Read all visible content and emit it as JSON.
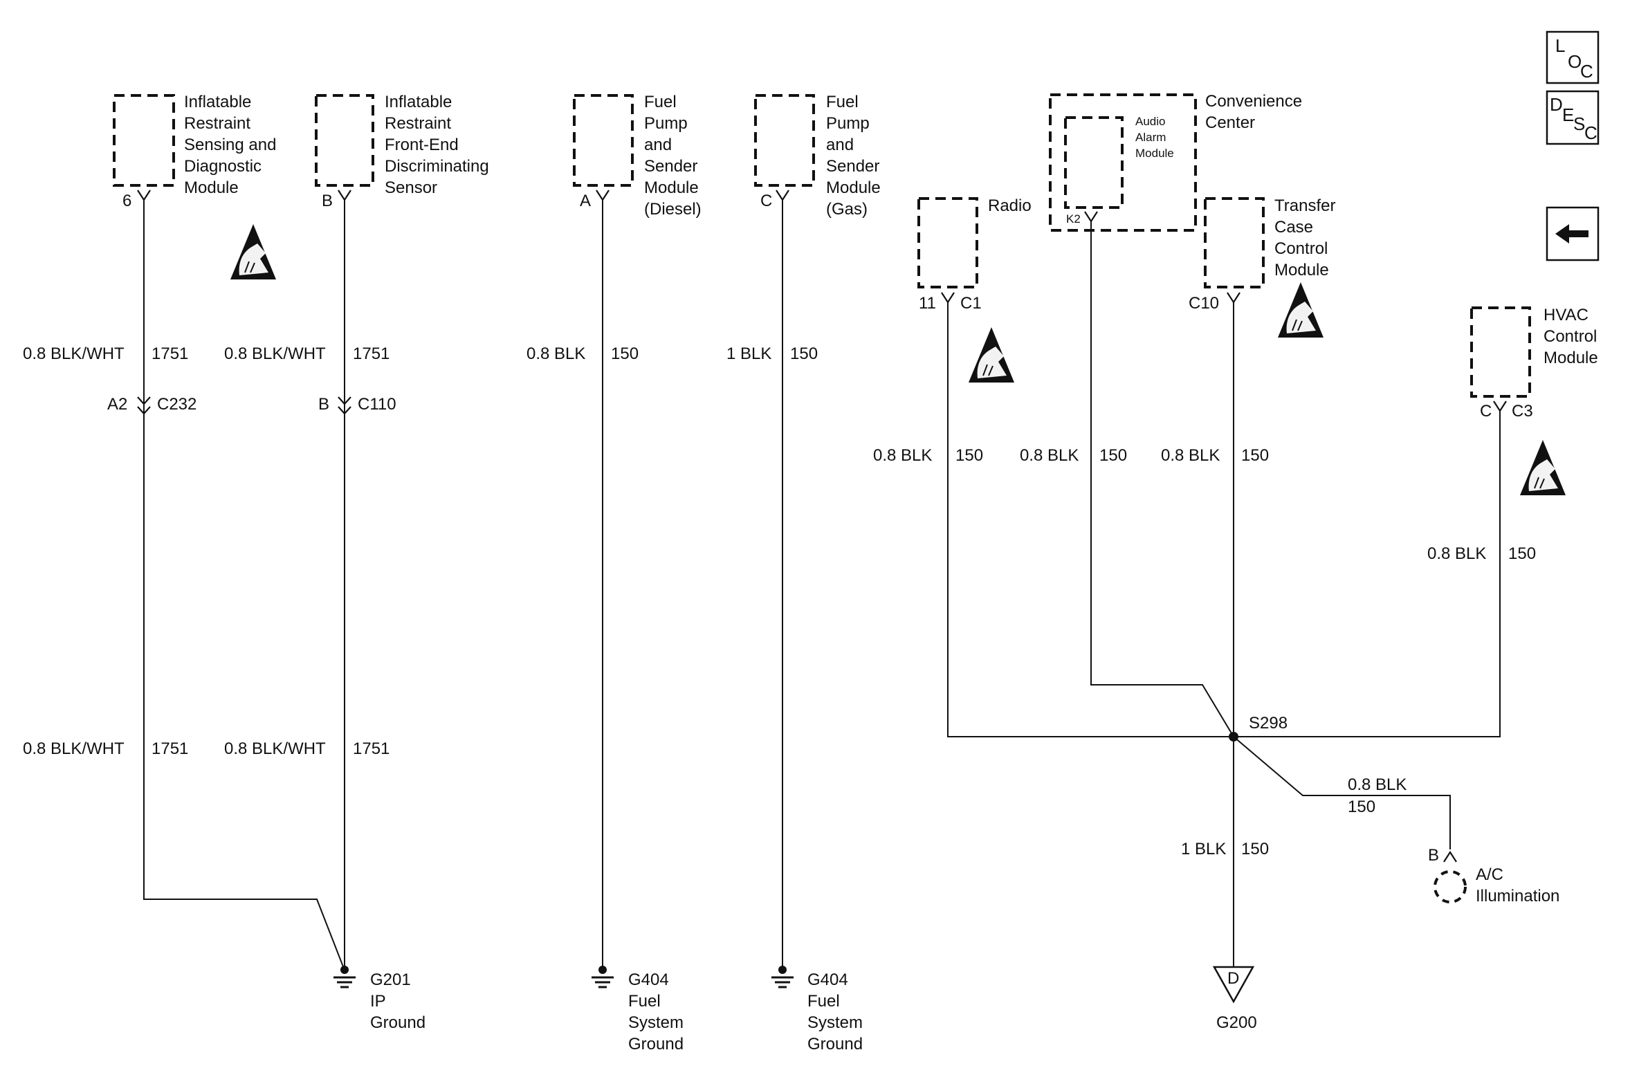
{
  "nav": {
    "loc": [
      "L",
      "O",
      "C"
    ],
    "desc": [
      "D",
      "E",
      "S",
      "C"
    ],
    "back_icon": "left-arrow-icon"
  },
  "components": {
    "irsdm": [
      "Inflatable",
      "Restraint",
      "Sensing and",
      "Diagnostic",
      "Module"
    ],
    "irfeds": [
      "Inflatable",
      "Restraint",
      "Front-End",
      "Discriminating",
      "Sensor"
    ],
    "fpsm_diesel": [
      "Fuel",
      "Pump",
      "and",
      "Sender",
      "Module",
      "(Diesel)"
    ],
    "fpsm_gas": [
      "Fuel",
      "Pump",
      "and",
      "Sender",
      "Module",
      "(Gas)"
    ],
    "radio": "Radio",
    "convenience": [
      "Convenience",
      "Center"
    ],
    "audio_alarm": [
      "Audio",
      "Alarm",
      "Module"
    ],
    "transfer_case": [
      "Transfer",
      "Case",
      "Control",
      "Module"
    ],
    "hvac": [
      "HVAC",
      "Control",
      "Module"
    ],
    "ac_illum": [
      "A/C",
      "Illumination"
    ]
  },
  "pins": {
    "irsdm": "6",
    "irfeds": "B",
    "fpsm_diesel": "A",
    "fpsm_gas": "C",
    "radio_pin": "11",
    "radio_conn": "C1",
    "audio": "K2",
    "tccm": "C10",
    "hvac_pin": "C",
    "hvac_conn": "C3",
    "ac_pin": "B"
  },
  "inline_connectors": {
    "c232_pin": "A2",
    "c232": "C232",
    "c110_pin": "B",
    "c110": "C110"
  },
  "wires": {
    "w1_top": {
      "size": "0.8 BLK/WHT",
      "circuit": "1751"
    },
    "w1_bot": {
      "size": "0.8 BLK/WHT",
      "circuit": "1751"
    },
    "w2_top": {
      "size": "0.8 BLK/WHT",
      "circuit": "1751"
    },
    "w2_bot": {
      "size": "0.8 BLK/WHT",
      "circuit": "1751"
    },
    "w3": {
      "size": "0.8  BLK",
      "circuit": "150"
    },
    "w4": {
      "size": "1 BLK",
      "circuit": "150"
    },
    "w_radio": {
      "size": "0.8 BLK",
      "circuit": "150"
    },
    "w_audio": {
      "size": "0.8 BLK",
      "circuit": "150"
    },
    "w_tccm": {
      "size": "0.8 BLK",
      "circuit": "150"
    },
    "w_hvac": {
      "size": "0.8 BLK",
      "circuit": "150"
    },
    "w_ac": {
      "size": "0.8 BLK",
      "circuit": "150"
    },
    "w_g200": {
      "size": "1 BLK",
      "circuit": "150"
    }
  },
  "splice": "S298",
  "grounds": {
    "g201": [
      "G201",
      "IP",
      "Ground"
    ],
    "g404a": [
      "G404",
      "Fuel",
      "System",
      "Ground"
    ],
    "g404b": [
      "G404",
      "Fuel",
      "System",
      "Ground"
    ],
    "g200": "G200",
    "g200_letter": "D"
  },
  "icons": {
    "esd": "esd-warning-icon",
    "ground": "ground-symbol-icon",
    "bulb": "bulb-icon"
  }
}
